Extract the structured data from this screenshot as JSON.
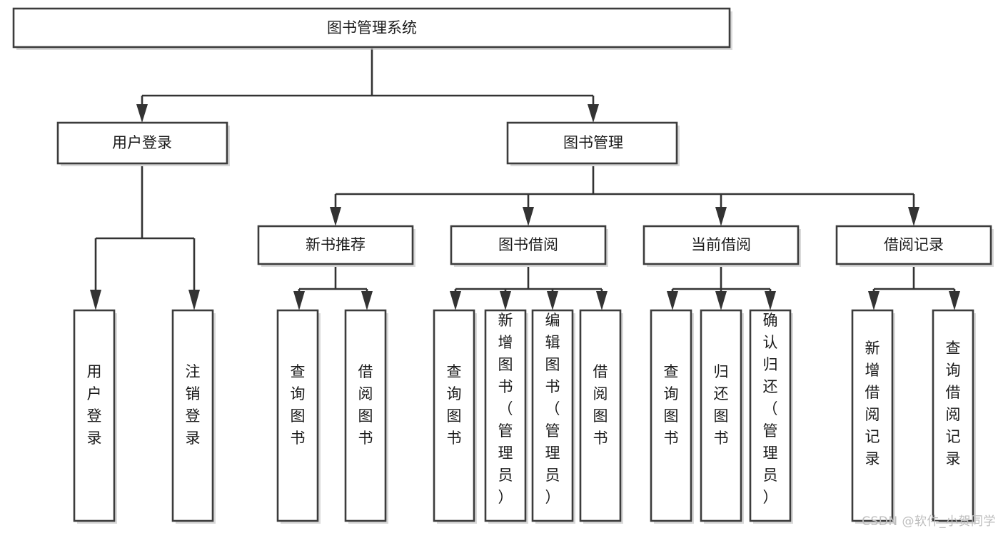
{
  "diagram": {
    "type": "tree-hierarchy",
    "title": "图书管理系统",
    "orientation": "top-down",
    "colors": {
      "box_border": "#3c3c3c",
      "box_fill": "#ffffff",
      "connector": "#333333",
      "text": "#1a1a1a",
      "watermark": "#bdbdbd",
      "background": "#ffffff"
    },
    "root": {
      "id": "root",
      "label": "图书管理系统",
      "orientation": "horizontal"
    },
    "level2": [
      {
        "id": "user-login",
        "label": "用户登录",
        "orientation": "horizontal"
      },
      {
        "id": "book-manage",
        "label": "图书管理",
        "orientation": "horizontal"
      }
    ],
    "level3": [
      {
        "id": "new-book-recommend",
        "label": "新书推荐",
        "parent": "book-manage",
        "orientation": "horizontal"
      },
      {
        "id": "book-borrow",
        "label": "图书借阅",
        "parent": "book-manage",
        "orientation": "horizontal"
      },
      {
        "id": "current-borrow",
        "label": "当前借阅",
        "parent": "book-manage",
        "orientation": "horizontal"
      },
      {
        "id": "borrow-record",
        "label": "借阅记录",
        "parent": "book-manage",
        "orientation": "horizontal"
      }
    ],
    "leaves": [
      {
        "id": "leaf-user-login",
        "label": "用户登录",
        "parent": "user-login",
        "orientation": "vertical"
      },
      {
        "id": "leaf-user-logout",
        "label": "注销登录",
        "parent": "user-login",
        "orientation": "vertical"
      },
      {
        "id": "leaf-query-book-1",
        "label": "查询图书",
        "parent": "new-book-recommend",
        "orientation": "vertical"
      },
      {
        "id": "leaf-borrow-book-1",
        "label": "借阅图书",
        "parent": "new-book-recommend",
        "orientation": "vertical"
      },
      {
        "id": "leaf-query-book-2",
        "label": "查询图书",
        "parent": "book-borrow",
        "orientation": "vertical"
      },
      {
        "id": "leaf-add-book",
        "label": "新增图书（管理员）",
        "parent": "book-borrow",
        "orientation": "vertical"
      },
      {
        "id": "leaf-edit-book",
        "label": "编辑图书（管理员）",
        "parent": "book-borrow",
        "orientation": "vertical"
      },
      {
        "id": "leaf-borrow-book-2",
        "label": "借阅图书",
        "parent": "book-borrow",
        "orientation": "vertical"
      },
      {
        "id": "leaf-query-book-3",
        "label": "查询图书",
        "parent": "current-borrow",
        "orientation": "vertical"
      },
      {
        "id": "leaf-return-book",
        "label": "归还图书",
        "parent": "current-borrow",
        "orientation": "vertical"
      },
      {
        "id": "leaf-confirm-return",
        "label": "确认归还（管理员）",
        "parent": "current-borrow",
        "orientation": "vertical"
      },
      {
        "id": "leaf-add-record",
        "label": "新增借阅记录",
        "parent": "borrow-record",
        "orientation": "vertical"
      },
      {
        "id": "leaf-query-record",
        "label": "查询借阅记录",
        "parent": "borrow-record",
        "orientation": "vertical"
      }
    ]
  },
  "watermark": {
    "text": "CSDN @软件_小贺同学"
  }
}
